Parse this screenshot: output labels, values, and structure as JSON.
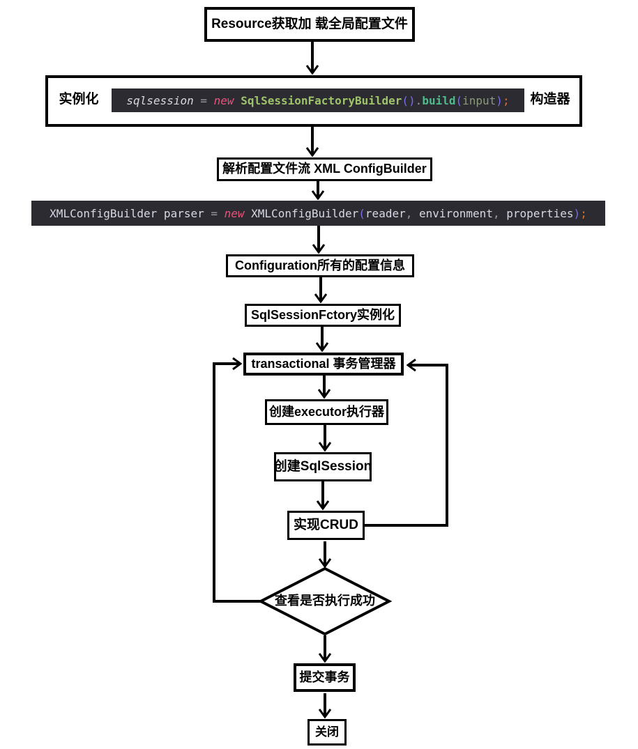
{
  "colors": {
    "background": "#ffffff",
    "line": "#000000",
    "code_background": "#2b2b31",
    "code_plain": "#d8d8e4",
    "code_keyword": "#e8537a",
    "code_class": "#9fc36a",
    "code_paren": "#7a6cf0",
    "code_function": "#4fba8c",
    "code_argument": "#8a9a7b",
    "code_operator": "#9a9aa0",
    "code_semicolon": "#e0702e"
  },
  "nodes": {
    "resource": "Resource获取加 载全局配置文件",
    "instantiate": "实例化",
    "constructor": "构造器",
    "parse": "解析配置文件流 XML ConfigBuilder",
    "configuration": "Configuration所有的配置信息",
    "factory": "SqlSessionFctory实例化",
    "transactional": "transactional 事务管理器",
    "executor": "创建executor执行器",
    "sqlsession": "创建SqlSession",
    "crud": "实现CRUD",
    "decision": "查看是否执行成功",
    "commit": "提交事务",
    "close": "关闭"
  },
  "code_snippets": {
    "factory_builder": {
      "tokens": [
        {
          "text": "sqlsession",
          "style": "var"
        },
        {
          "text": " ",
          "style": "plain"
        },
        {
          "text": "=",
          "style": "op"
        },
        {
          "text": " ",
          "style": "plain"
        },
        {
          "text": "new",
          "style": "kw"
        },
        {
          "text": " ",
          "style": "plain"
        },
        {
          "text": "SqlSessionFactoryBuilder",
          "style": "cls"
        },
        {
          "text": "(",
          "style": "paren"
        },
        {
          "text": ")",
          "style": "paren"
        },
        {
          "text": ".",
          "style": "op"
        },
        {
          "text": "build",
          "style": "fn"
        },
        {
          "text": "(",
          "style": "paren"
        },
        {
          "text": "input",
          "style": "arg"
        },
        {
          "text": ")",
          "style": "paren"
        },
        {
          "text": ";",
          "style": "semi"
        }
      ]
    },
    "xml_config_builder": {
      "tokens": [
        {
          "text": "XMLConfigBuilder parser ",
          "style": "plain"
        },
        {
          "text": "= ",
          "style": "op"
        },
        {
          "text": "new ",
          "style": "kw"
        },
        {
          "text": "XMLConfigBuilder",
          "style": "plain"
        },
        {
          "text": "(",
          "style": "paren"
        },
        {
          "text": "reader",
          "style": "plain"
        },
        {
          "text": ", ",
          "style": "op"
        },
        {
          "text": "environment",
          "style": "plain"
        },
        {
          "text": ", ",
          "style": "op"
        },
        {
          "text": "properties",
          "style": "plain"
        },
        {
          "text": ")",
          "style": "paren"
        },
        {
          "text": ";",
          "style": "semi"
        }
      ]
    }
  }
}
